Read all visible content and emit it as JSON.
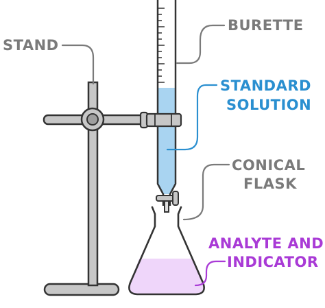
{
  "labels": {
    "stand": "STAND",
    "burette": "BURETTE",
    "standard_solution_line1": "STANDARD",
    "standard_solution_line2": "SOLUTION",
    "conical_flask_line1": "CONICAL",
    "conical_flask_line2": "FLASK",
    "analyte_line1": "ANALYTE AND",
    "analyte_line2": "INDICATOR"
  },
  "colors": {
    "outline": "#333333",
    "metal": "#c7c7c7",
    "label_gray": "#7a7a7a",
    "standard_solution": "#2a8fd0",
    "solution_fill": "#a9d4f1",
    "analyte": "#a93ad6",
    "analyte_fill": "#efd6fa"
  }
}
